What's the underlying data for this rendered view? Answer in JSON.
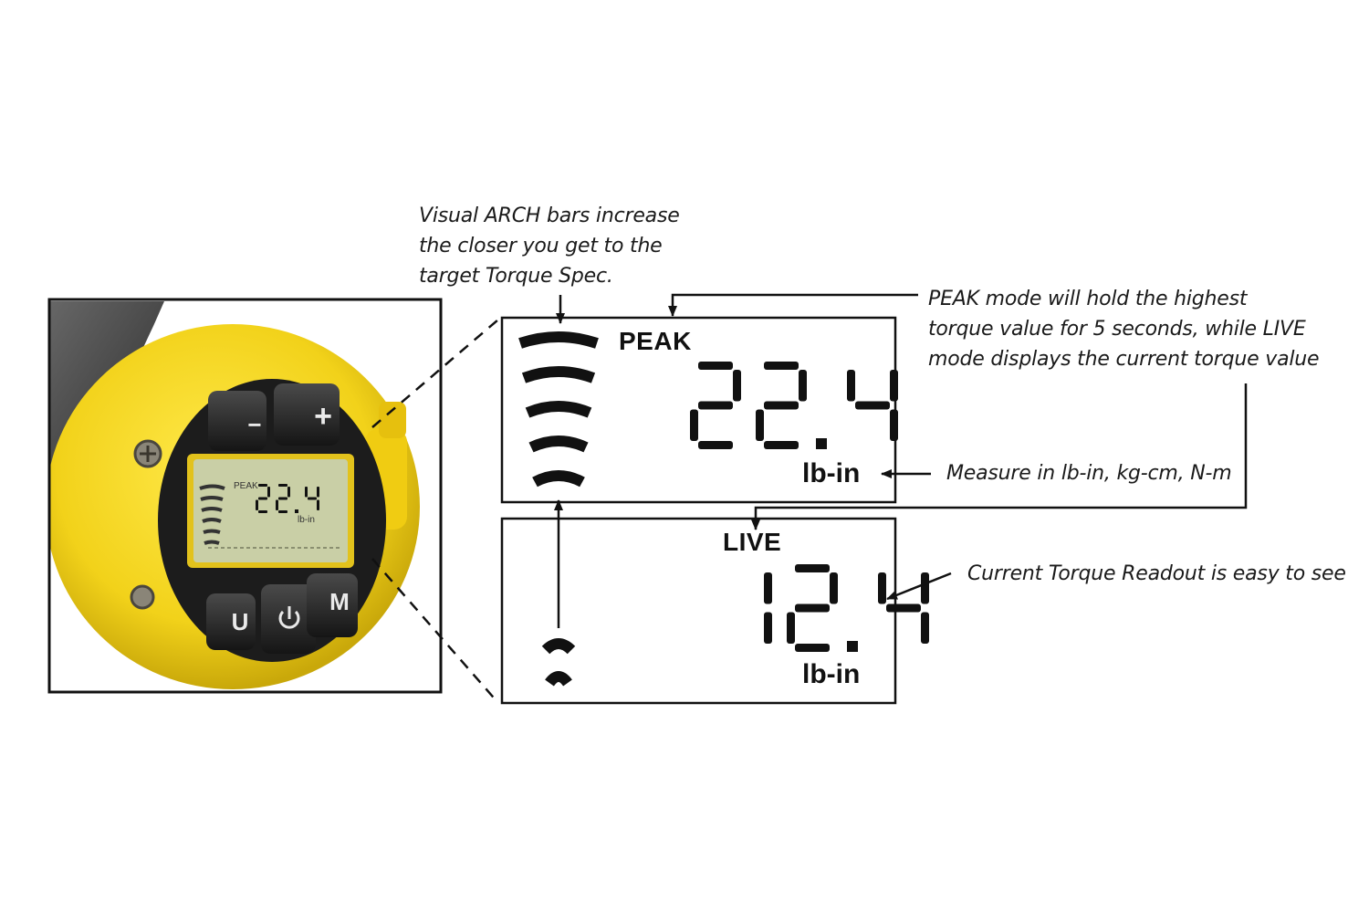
{
  "annotations": {
    "arch_note": [
      "Visual ARCH bars increase",
      "the closer you get to the",
      "target Torque Spec."
    ],
    "peak_note": [
      "PEAK mode will hold the highest",
      "torque value for 5 seconds, while LIVE",
      "mode displays the current torque value"
    ],
    "unit_note": "Measure in lb-in, kg-cm, N-m",
    "readout_note": "Current Torque Readout is easy to see"
  },
  "peak_display": {
    "mode": "PEAK",
    "value": "22.4",
    "unit": "lb-in",
    "arch_bars": 5
  },
  "live_display": {
    "mode": "LIVE",
    "value": "12.4",
    "unit": "lb-in",
    "arch_bars": 2
  },
  "device": {
    "lcd_mode": "PEAK",
    "lcd_value": "22.4",
    "lcd_unit": "lb-in",
    "buttons": {
      "minus": "−",
      "plus": "+",
      "units": "U",
      "power": "power-icon",
      "mode": "M"
    }
  },
  "colors": {
    "body_yellow": "#f2d21a",
    "face_black": "#1c1c1c",
    "lcd_green": "#c9cfa6",
    "ink": "#111111"
  }
}
